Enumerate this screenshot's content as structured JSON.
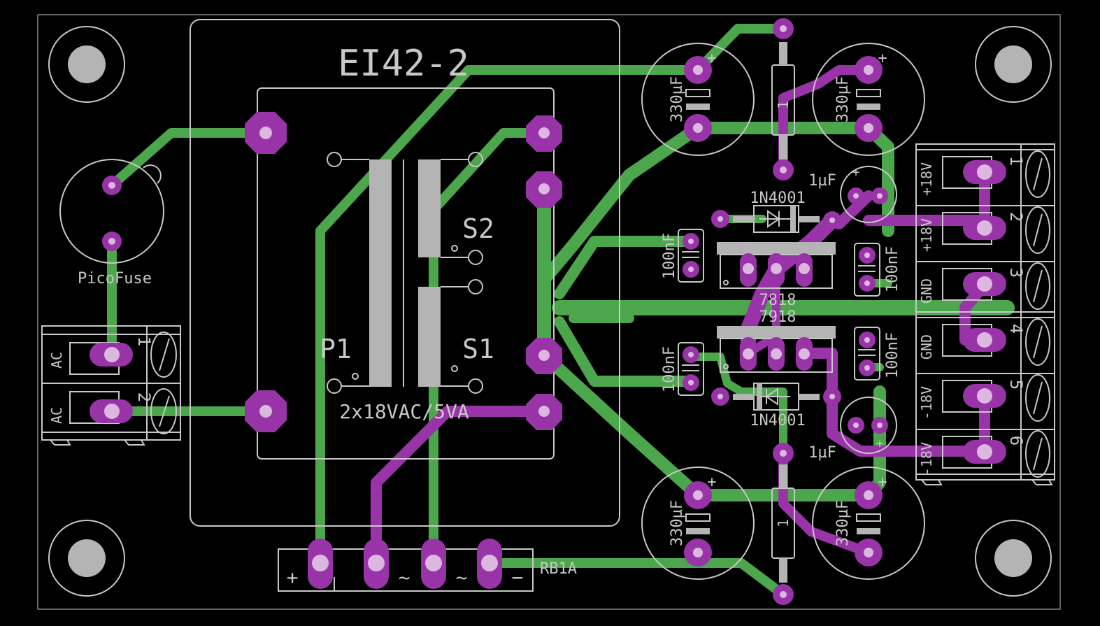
{
  "board": {
    "colors": {
      "background": "#000000",
      "top_copper": "#4ca64c",
      "bottom_copper": "#9933a8",
      "silkscreen": "#c8c8c8",
      "pad_drill": "#dcb8e0",
      "mounting_hole": "#b4b4b4"
    }
  },
  "transformer": {
    "name": "EI42-2",
    "value": "2x18VAC/5VA",
    "primary_label": "P1",
    "secondary1_label": "S1",
    "secondary2_label": "S2"
  },
  "fuse": {
    "name": "PicoFuse"
  },
  "ac_terminal": {
    "pin1": "1",
    "pin2": "2",
    "label1": "AC",
    "label2": "AC"
  },
  "rectifier": {
    "name": "RB1A",
    "plus": "+",
    "minus": "−",
    "ac1": "~",
    "ac2": "~"
  },
  "capacitors": {
    "bulk_tl": "330µF",
    "bulk_tr": "330µF",
    "bulk_bl": "330µF",
    "bulk_br": "330µF",
    "cer_top_left": "100nF",
    "cer_top_right": "100nF",
    "cer_bot_left": "100nF",
    "cer_bot_right": "100nF",
    "tant_top": "1µF",
    "tant_bot": "1µF"
  },
  "resistors": {
    "top": "1",
    "bottom": "1"
  },
  "diodes": {
    "top": "1N4001",
    "bottom": "1N4001"
  },
  "regulators": {
    "positive": "7818",
    "negative": "7918"
  },
  "output_terminal": {
    "pins": [
      "1",
      "2",
      "3",
      "4",
      "5",
      "6"
    ],
    "labels": [
      "+18V",
      "+18V",
      "GND",
      "GND",
      "-18V",
      "-18V"
    ]
  }
}
